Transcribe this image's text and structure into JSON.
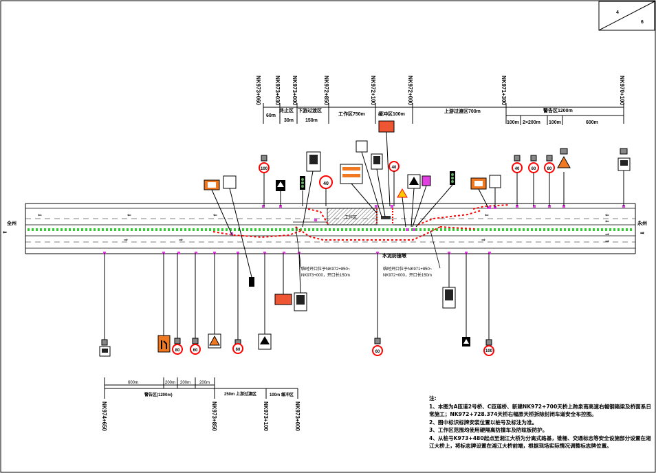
{
  "title_block": {
    "sheet": "4",
    "total": "6"
  },
  "stakes_top": [
    "NK973+060",
    "NK973+030",
    "NK973+000",
    "NK972+850",
    "NK972+100",
    "NK972+000",
    "NK971+300",
    "NK970+100"
  ],
  "zones_top": {
    "stop": {
      "label": "终止区",
      "len": "30m"
    },
    "down_transition": {
      "label": "下游过渡区",
      "len": "150m"
    },
    "work": {
      "label": "工作区750m"
    },
    "buffer": {
      "label": "缓冲区100m"
    },
    "up_transition": {
      "label": "上游过渡区700m"
    },
    "warning": {
      "label": "警告区1200m"
    },
    "seg_60": "60m",
    "warning_segments": [
      "100m",
      "2×200m",
      "100m",
      "600m"
    ]
  },
  "stakes_bottom": [
    "NK974+650",
    "NK973+850",
    "NK973+100",
    "NK973+000"
  ],
  "zones_bottom": {
    "warning": "警告区(1200m)",
    "transition": "250m  上游过渡区",
    "buffer": "100m 缓冲区",
    "segments": [
      "600m",
      "200m",
      "200m",
      "200m"
    ]
  },
  "places": {
    "left": "全州",
    "right": "永州"
  },
  "labels": {
    "barrier": "水泥防撞墩",
    "opening_left": [
      "临时开口位于NK972+850~",
      "NK973+000，开口长150m"
    ],
    "opening_right": [
      "临时开口位于NK971+850~",
      "NK972+000，开口长150m"
    ],
    "work_area": "工作区"
  },
  "speeds_top": [
    "100",
    "40",
    "40",
    "40",
    "60",
    "80"
  ],
  "speeds_bottom": [
    "80",
    "60",
    "60",
    "60",
    "100"
  ],
  "notes": {
    "title": "注:",
    "items": [
      "1、本图为A匝道2号桥、C匝道桥、新建NK972+700天桥上跨泉南高速右幅钢箱梁及桥面系日常施工；NK972+728.374天桥右幅原天桥拆除封闭车道安全布控图。",
      "2、图中标识标牌安装位置以桩号及标注为准。",
      "3、工作区范围均使用硬隔离防撞车及防眩板防护。",
      "4、从桩号K973+480起点至湘江大桥为分离式路基，锥桶、交通标志等安全设施部分设置在湘江大桥上，将标志牌设置在湘江大桥前端，根据现场实际情况调整标志牌位置。"
    ]
  },
  "colors": {
    "line": "#000000",
    "median": "#33cc33",
    "traffic": "#ff0000",
    "marker": "#e040e0",
    "sign_orange": "#f07820"
  }
}
